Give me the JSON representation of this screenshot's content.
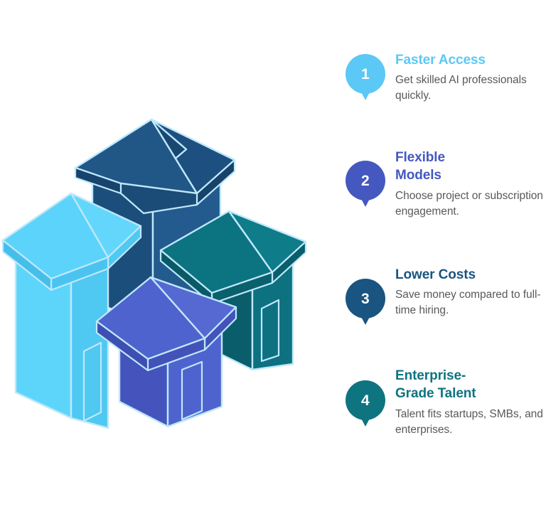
{
  "illustration": {
    "name": "isometric-houses-illustration",
    "description": "Four overlapping isometric houses in blue and teal tones",
    "houses": [
      {
        "id": "house-navy",
        "color": "#1F5382",
        "roof_color": "#1C4E7B",
        "roof_shade": "#174269",
        "side_color": "#17436C",
        "position": "back-center",
        "height": "tall"
      },
      {
        "id": "house-cyan",
        "color": "#5DD5FB",
        "roof_color": "#62D7FB",
        "roof_shade": "#4FC8F2",
        "side_color": "#4FC8F2",
        "position": "left",
        "height": "tall"
      },
      {
        "id": "house-teal",
        "color": "#0D7180",
        "roof_color": "#0E7C89",
        "roof_shade": "#0A5E6B",
        "side_color": "#0A606C",
        "position": "right",
        "height": "medium"
      },
      {
        "id": "house-indigo",
        "color": "#4F63CE",
        "roof_color": "#5668D2",
        "roof_shade": "#4454BC",
        "side_color": "#4656C2",
        "position": "front-center",
        "height": "short"
      }
    ],
    "stroke_color": "#BFE8FB"
  },
  "benefits": {
    "body_text_color": "#58595B",
    "items": [
      {
        "number": "1",
        "title": "Faster Access",
        "description": "Get skilled AI professionals quickly.",
        "color": "#5BC8F5",
        "title_color": "#5BC8F5"
      },
      {
        "number": "2",
        "title": "Flexible Models",
        "description": "Choose project or subscription engagement.",
        "color": "#4458C0",
        "title_color": "#4458C0"
      },
      {
        "number": "3",
        "title": "Lower Costs",
        "description": "Save money compared to full-time hiring.",
        "color": "#1A5480",
        "title_color": "#1A5480"
      },
      {
        "number": "4",
        "title": "Enterprise-Grade Talent",
        "description": "Talent fits startups, SMBs, and enterprises.",
        "color": "#0E7480",
        "title_color": "#0E7480"
      }
    ]
  }
}
